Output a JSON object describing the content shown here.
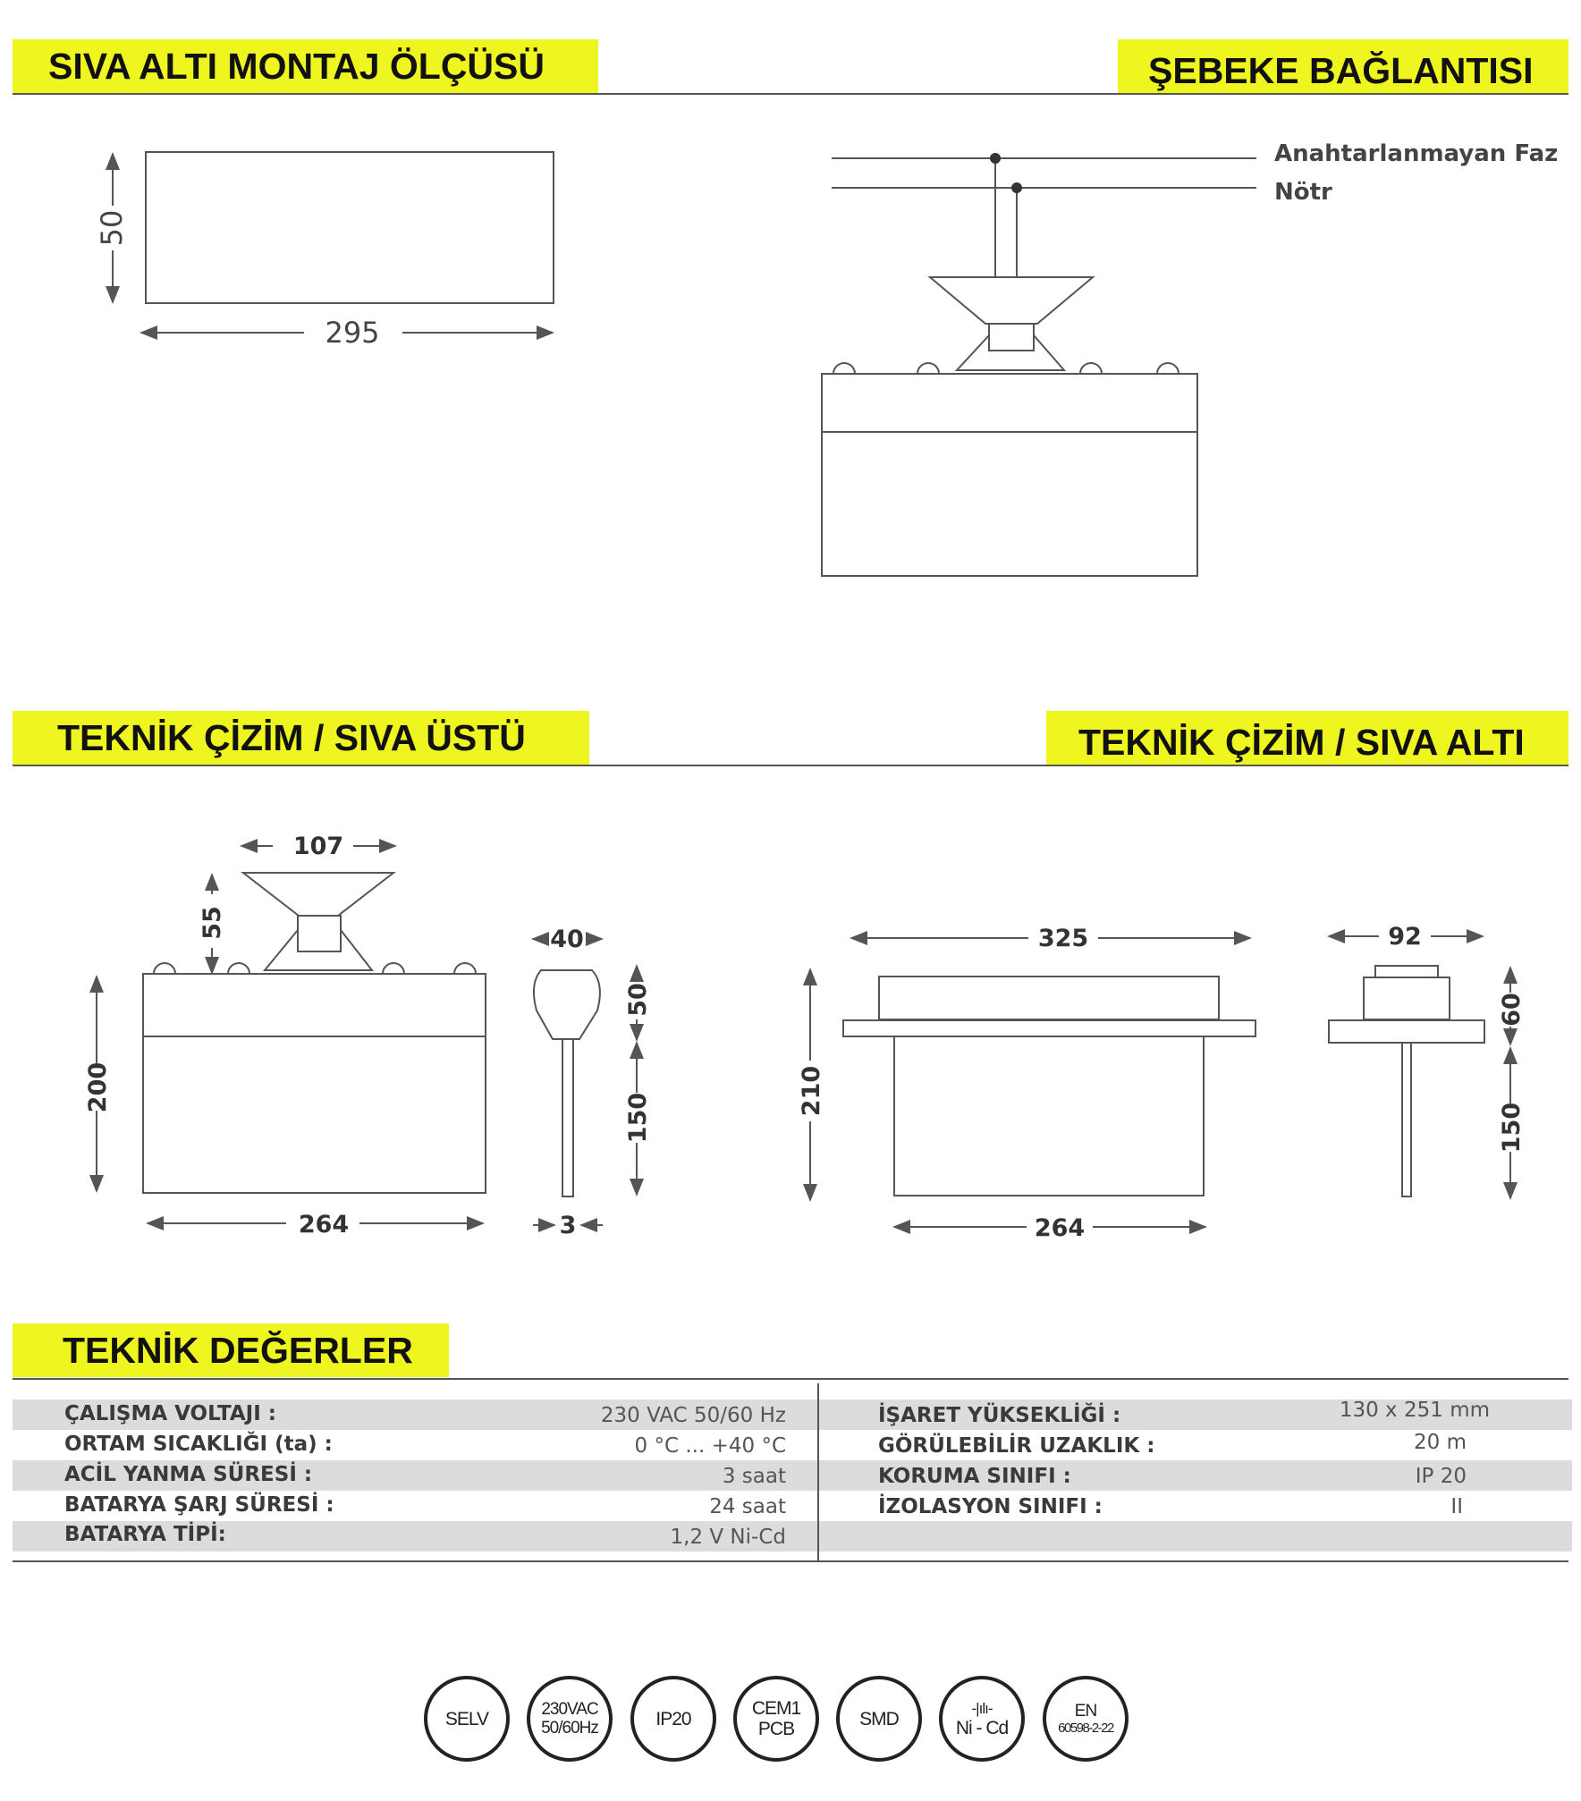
{
  "headers": {
    "siva_alti_montaj": "SIVA ALTI MONTAJ ÖLÇÜSÜ",
    "sebeke_baglantisi": "ŞEBEKE BAĞLANTISI",
    "teknik_siva_ustu": "TEKNİK ÇİZİM / SIVA ÜSTÜ",
    "teknik_siva_alti": "TEKNİK ÇİZİM / SIVA ALTI",
    "teknik_degerler": "TEKNİK DEĞERLER"
  },
  "cutout": {
    "width": "295",
    "height": "50"
  },
  "wiring": {
    "phase_label": "Anahtarlanmayan Faz",
    "neutral_label": "Nötr"
  },
  "surface": {
    "top_width": "107",
    "bracket_height": "55",
    "height": "200",
    "width": "264",
    "side_width": "40",
    "side_top": "50",
    "side_bottom": "150",
    "thickness": "3"
  },
  "recessed": {
    "width": "325",
    "height": "210",
    "bottom_width": "264",
    "side_width": "92",
    "side_top": "60",
    "side_bottom": "150"
  },
  "specs": {
    "left": [
      {
        "label": "ÇALIŞMA VOLTAJI :",
        "value": "230 VAC 50/60 Hz"
      },
      {
        "label": "ORTAM SICAKLIĞI (ta) :",
        "value": "0 °C ... +40 °C"
      },
      {
        "label": "ACİL YANMA SÜRESİ :",
        "value": "3 saat"
      },
      {
        "label": "BATARYA ŞARJ SÜRESİ :",
        "value": "24 saat"
      },
      {
        "label": "BATARYA TİPİ:",
        "value": "1,2 V Ni-Cd"
      }
    ],
    "right": [
      {
        "label": "İŞARET YÜKSEKLİĞİ :",
        "value": "130 x 251 mm"
      },
      {
        "label": "GÖRÜLEBİLİR UZAKLIK :",
        "value": "20 m"
      },
      {
        "label": "KORUMA SINIFI :",
        "value": "IP 20"
      },
      {
        "label": "İZOLASYON SINIFI :",
        "value": "II"
      }
    ]
  },
  "badges": [
    {
      "line1": "SELV",
      "line2": ""
    },
    {
      "line1": "230VAC",
      "line2": "50/60Hz"
    },
    {
      "line1": "IP20",
      "line2": ""
    },
    {
      "line1": "CEM1",
      "line2": "PCB"
    },
    {
      "line1": "SMD",
      "line2": ""
    },
    {
      "line1": "-|ılı-",
      "line2": "Ni - Cd"
    },
    {
      "line1": "EN",
      "line2": "60598-2-22"
    }
  ]
}
